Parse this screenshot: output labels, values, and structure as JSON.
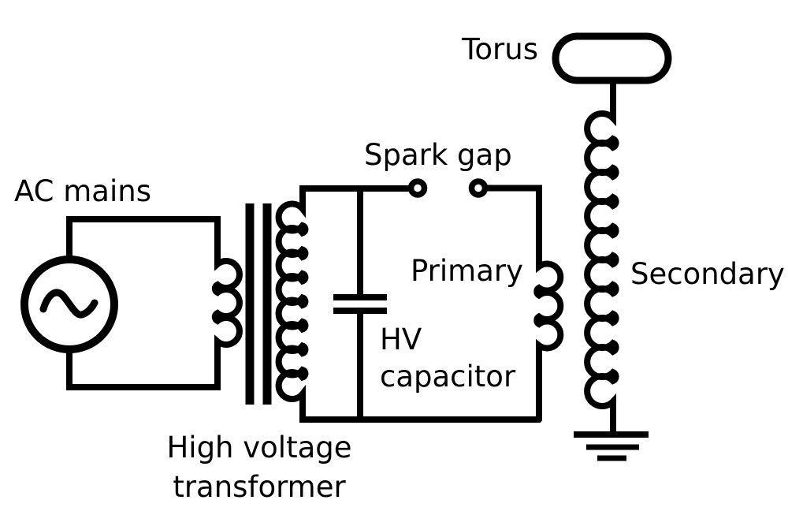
{
  "diagram": {
    "background": "#ffffff",
    "stroke_color": "#000000",
    "text_color": "#000000",
    "labels": {
      "ac_mains": "AC mains",
      "high_voltage_line1": "High voltage",
      "high_voltage_line2": "transformer",
      "spark_gap": "Spark gap",
      "primary": "Primary",
      "hv_cap_line1": "HV",
      "hv_cap_line2": "capacitor",
      "torus": "Torus",
      "secondary": "Secondary"
    },
    "components": [
      "ac-source",
      "high-voltage-transformer",
      "transformer-core",
      "hv-capacitor",
      "spark-gap-terminals",
      "primary-coil",
      "secondary-coil",
      "torus-top-load",
      "ground"
    ]
  }
}
